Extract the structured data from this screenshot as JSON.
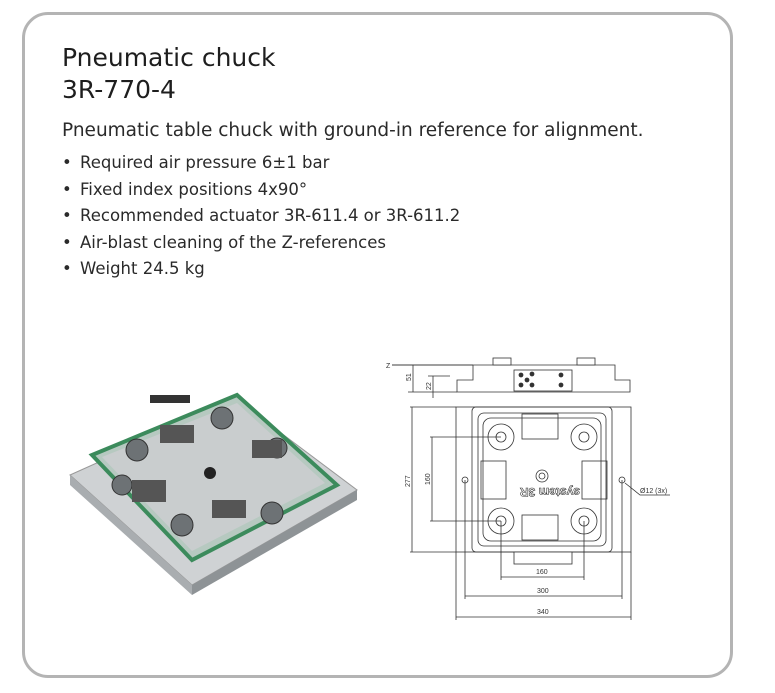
{
  "header": {
    "title_line1": "Pneumatic chuck",
    "title_line2": "3R-770-4"
  },
  "description": "Pneumatic table chuck with ground-in reference for alignment.",
  "features": [
    "Required air pressure 6±1 bar",
    "Fixed index positions 4x90°",
    "Recommended actuator 3R-611.4 or 3R-611.2",
    "Air-blast cleaning of the Z-references",
    "Weight 24.5 kg"
  ],
  "drawing": {
    "z_label": "Z",
    "dim_51": "51",
    "dim_22": "22",
    "dim_277": "277",
    "dim_160_vertical": "160",
    "dim_160_horizontal": "160",
    "dim_300": "300",
    "dim_340": "340",
    "hole_label": "Ø12 (3x)",
    "brand_text": "system 3R"
  }
}
